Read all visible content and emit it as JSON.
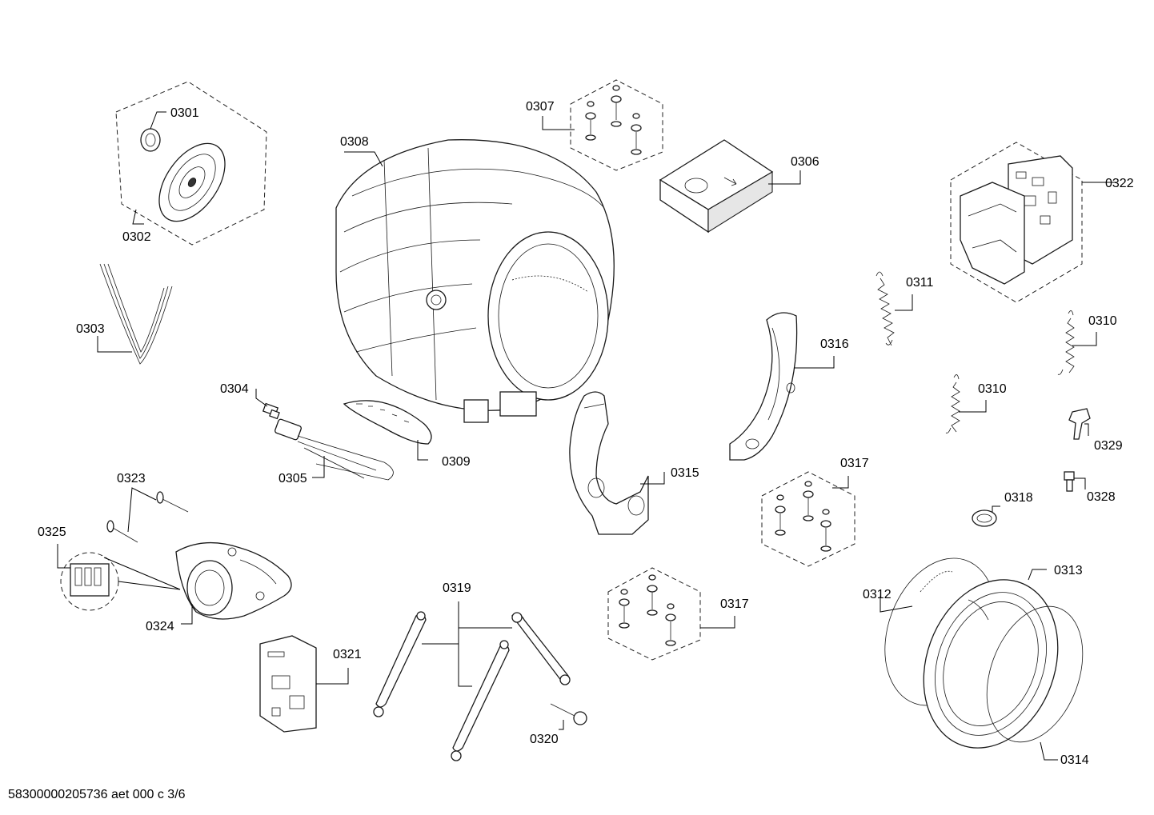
{
  "parts": [
    {
      "id": "p0301",
      "label": "0301"
    },
    {
      "id": "p0302",
      "label": "0302"
    },
    {
      "id": "p0303",
      "label": "0303"
    },
    {
      "id": "p0304",
      "label": "0304"
    },
    {
      "id": "p0305",
      "label": "0305"
    },
    {
      "id": "p0306",
      "label": "0306"
    },
    {
      "id": "p0307",
      "label": "0307"
    },
    {
      "id": "p0308",
      "label": "0308"
    },
    {
      "id": "p0309",
      "label": "0309"
    },
    {
      "id": "p0310a",
      "label": "0310"
    },
    {
      "id": "p0310b",
      "label": "0310"
    },
    {
      "id": "p0311",
      "label": "0311"
    },
    {
      "id": "p0312",
      "label": "0312"
    },
    {
      "id": "p0313",
      "label": "0313"
    },
    {
      "id": "p0314",
      "label": "0314"
    },
    {
      "id": "p0315",
      "label": "0315"
    },
    {
      "id": "p0316",
      "label": "0316"
    },
    {
      "id": "p0317a",
      "label": "0317"
    },
    {
      "id": "p0317b",
      "label": "0317"
    },
    {
      "id": "p0318",
      "label": "0318"
    },
    {
      "id": "p0319",
      "label": "0319"
    },
    {
      "id": "p0320",
      "label": "0320"
    },
    {
      "id": "p0321",
      "label": "0321"
    },
    {
      "id": "p0322",
      "label": "0322"
    },
    {
      "id": "p0323",
      "label": "0323"
    },
    {
      "id": "p0324",
      "label": "0324"
    },
    {
      "id": "p0325",
      "label": "0325"
    },
    {
      "id": "p0328",
      "label": "0328"
    },
    {
      "id": "p0329",
      "label": "0329"
    }
  ],
  "footer": {
    "document_code": "58300000205736 aet 000 c 3/6"
  }
}
